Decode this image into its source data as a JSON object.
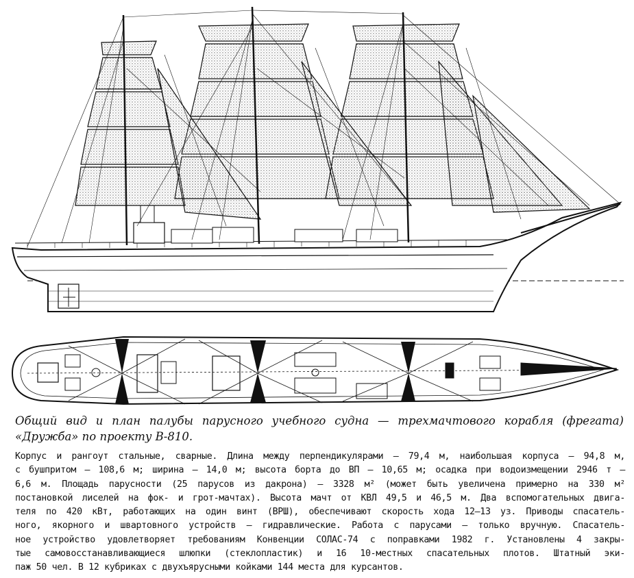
{
  "caption": "Общий вид и план палубы парусного учебного судна — трехмачтового корабля (фрегата) «Дружба» по проекту В-810.",
  "body_lines": [
    "Корпус и рангоут стальные, сварные. Длина между перпендикулярами — 79,4 м, наибольшая корпуса — 94,8 м,",
    "с бушпритом — 108,6 м; ширина — 14,0 м; высота борта до ВП — 10,65 м; осадка при водоизмещении 2946 т —",
    "6,6 м. Площадь парусности (25 парусов из дакрона) — 3328 м² (может быть увеличена примерно на 330 м²",
    "постановкой лиселей на фок- и грот-мачтах). Высота мачт от КВЛ 49,5 и 46,5 м. Два вспомогательных двига-",
    "теля по 420 кВт, работающих на один винт (ВРШ), обеспечивают скорость хода 12—13 уз. Приводы спасатель-",
    "ного, якорного и швартовного устройств — гидравлические. Работа с парусами — только вручную. Спасатель-",
    "ное устройство удовлетворяет требованиям Конвенции СОЛАС-74 с поправками 1982 г. Установлены 4 закры-",
    "тые самовосстанавливающиеся шлюпки (стеклопластик) и 16 10-местных спасательных плотов. Штатный эки-",
    "паж 50 чел. В 12 кубриках с двухъярусными койками 144 места для курсантов."
  ],
  "colors": {
    "ink": "#111111",
    "paper": "#ffffff",
    "sail_hatch": "#8a8a8a"
  }
}
